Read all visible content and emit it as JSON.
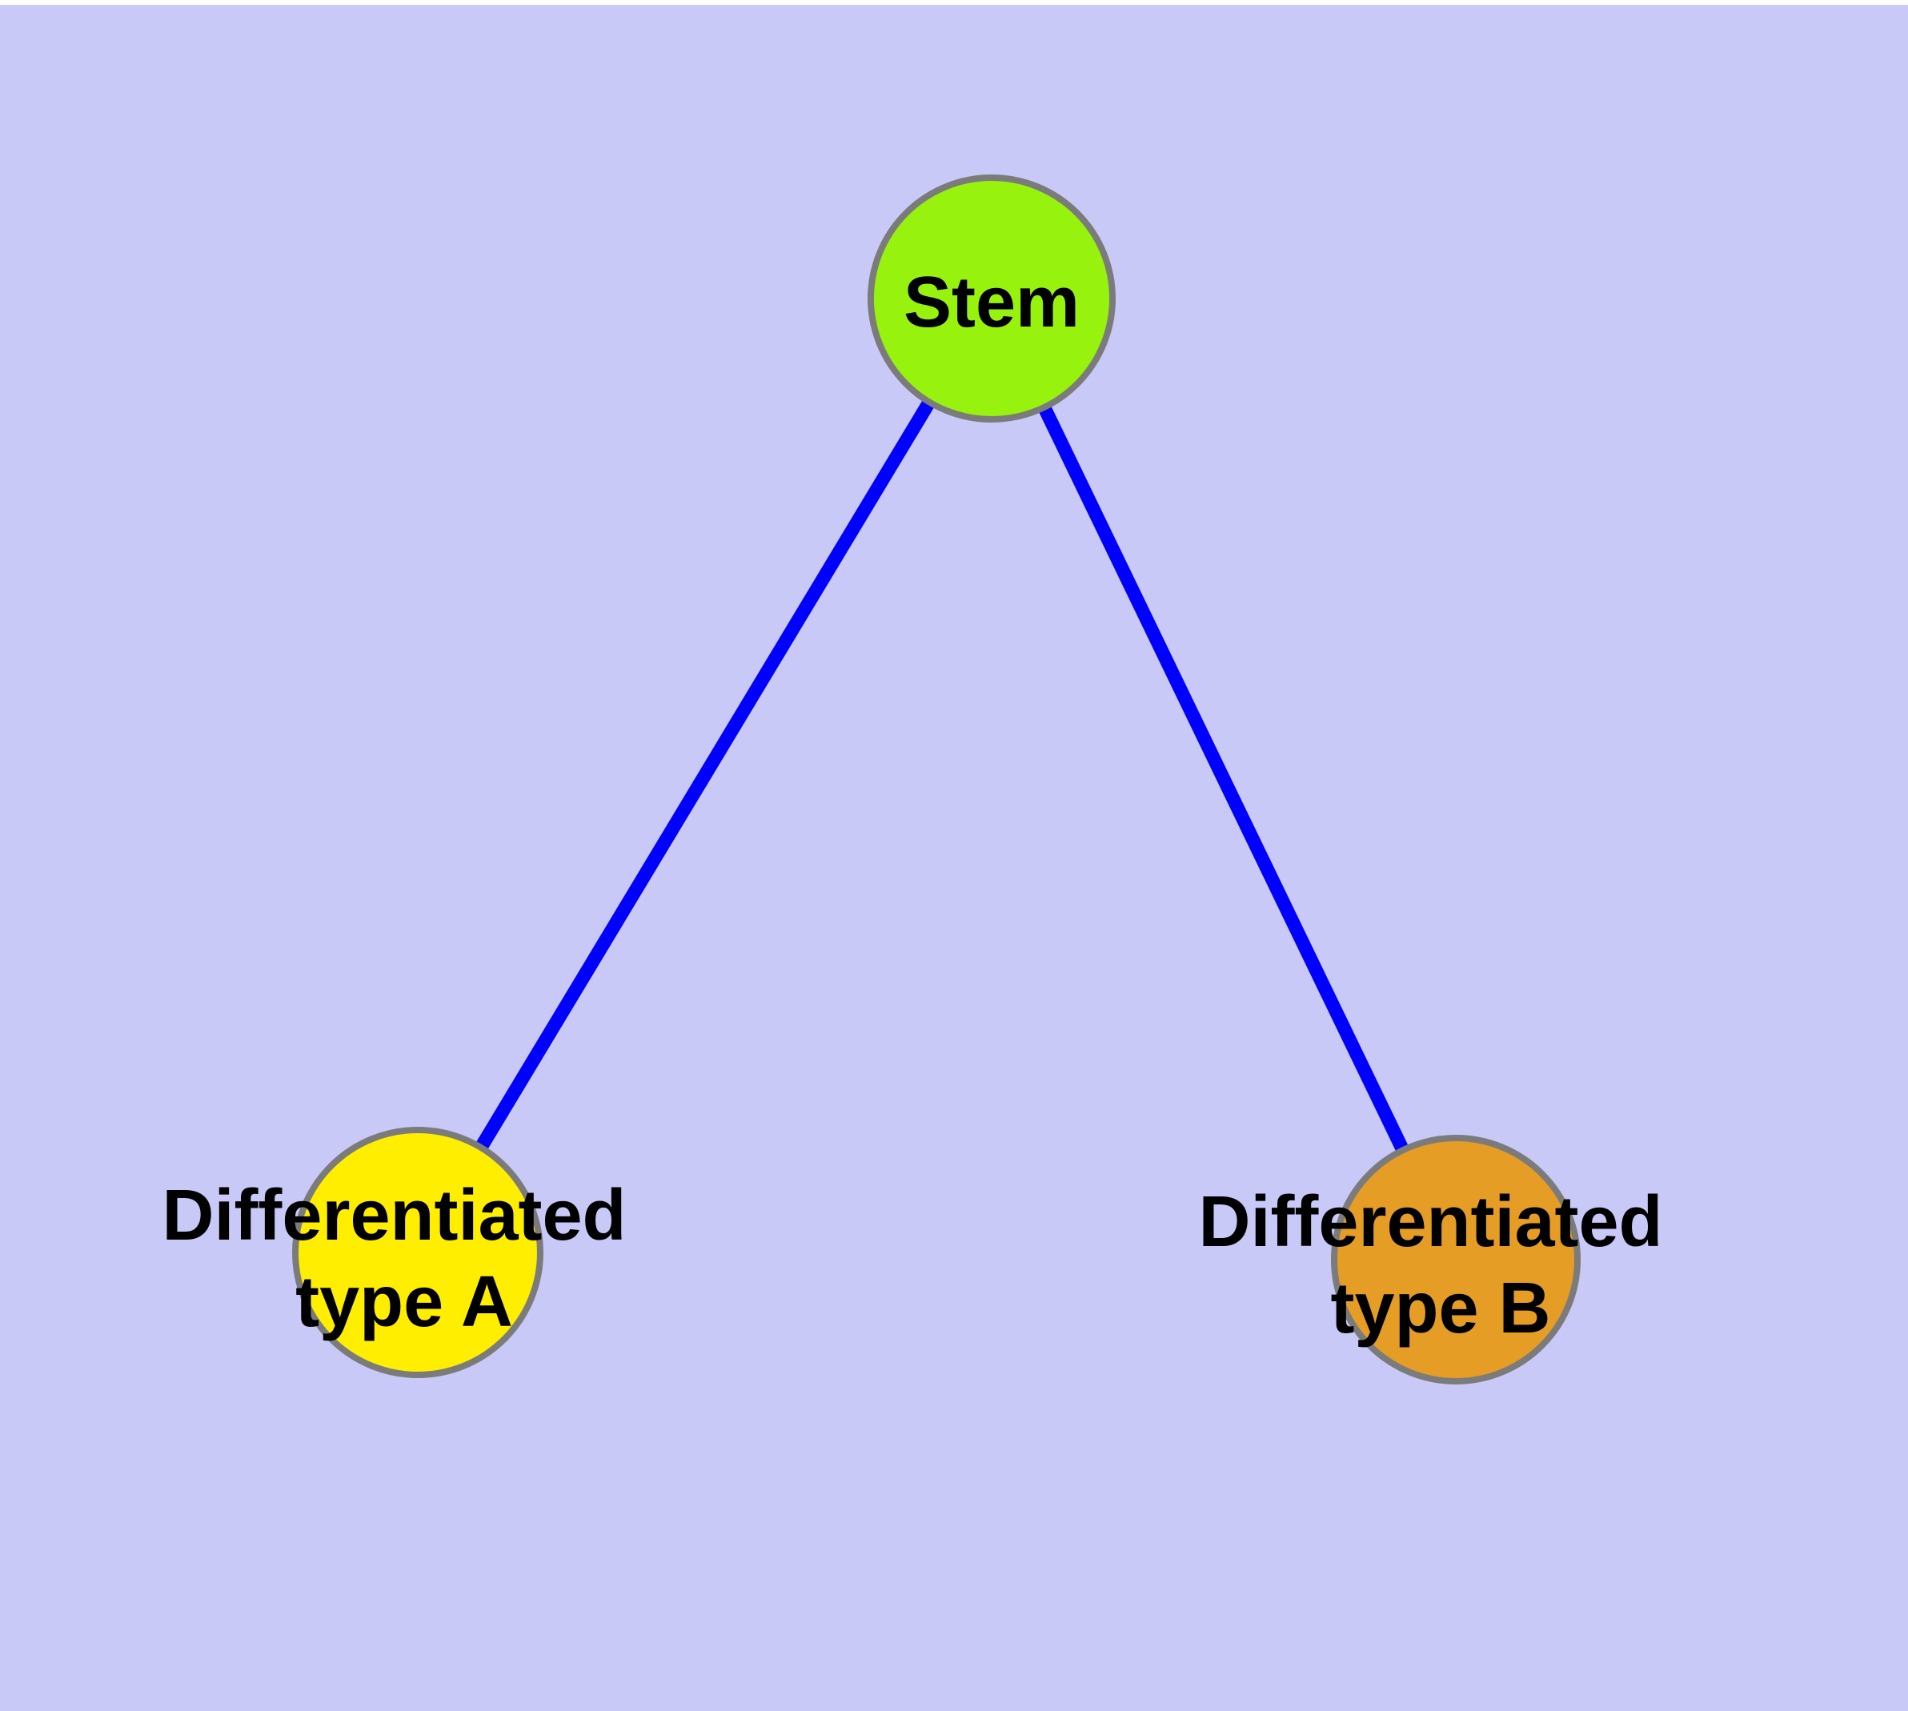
{
  "page": {
    "background_color": "#C9C9F8",
    "top_strip_color": "#FFFFFF"
  },
  "diagram": {
    "type": "node-link-tree",
    "nodes": [
      {
        "id": "stem",
        "label": "Stem",
        "fill": "#97F20D",
        "stroke": "#7B7B7B",
        "text_color": "#000000"
      },
      {
        "id": "differentiated-type-a",
        "label_line1": "Differentiated",
        "label_line2": "type A",
        "fill": "#FFEE00",
        "stroke": "#7B7B7B",
        "text_color": "#000000"
      },
      {
        "id": "differentiated-type-b",
        "label_line1": "Differentiated",
        "label_line2": "type B",
        "fill": "#E59D26",
        "stroke": "#7B7B7B",
        "text_color": "#000000"
      }
    ],
    "edges": [
      {
        "from": "stem",
        "to": "differentiated-type-a",
        "color": "#0000FF"
      },
      {
        "from": "stem",
        "to": "differentiated-type-b",
        "color": "#0000FF"
      }
    ]
  }
}
